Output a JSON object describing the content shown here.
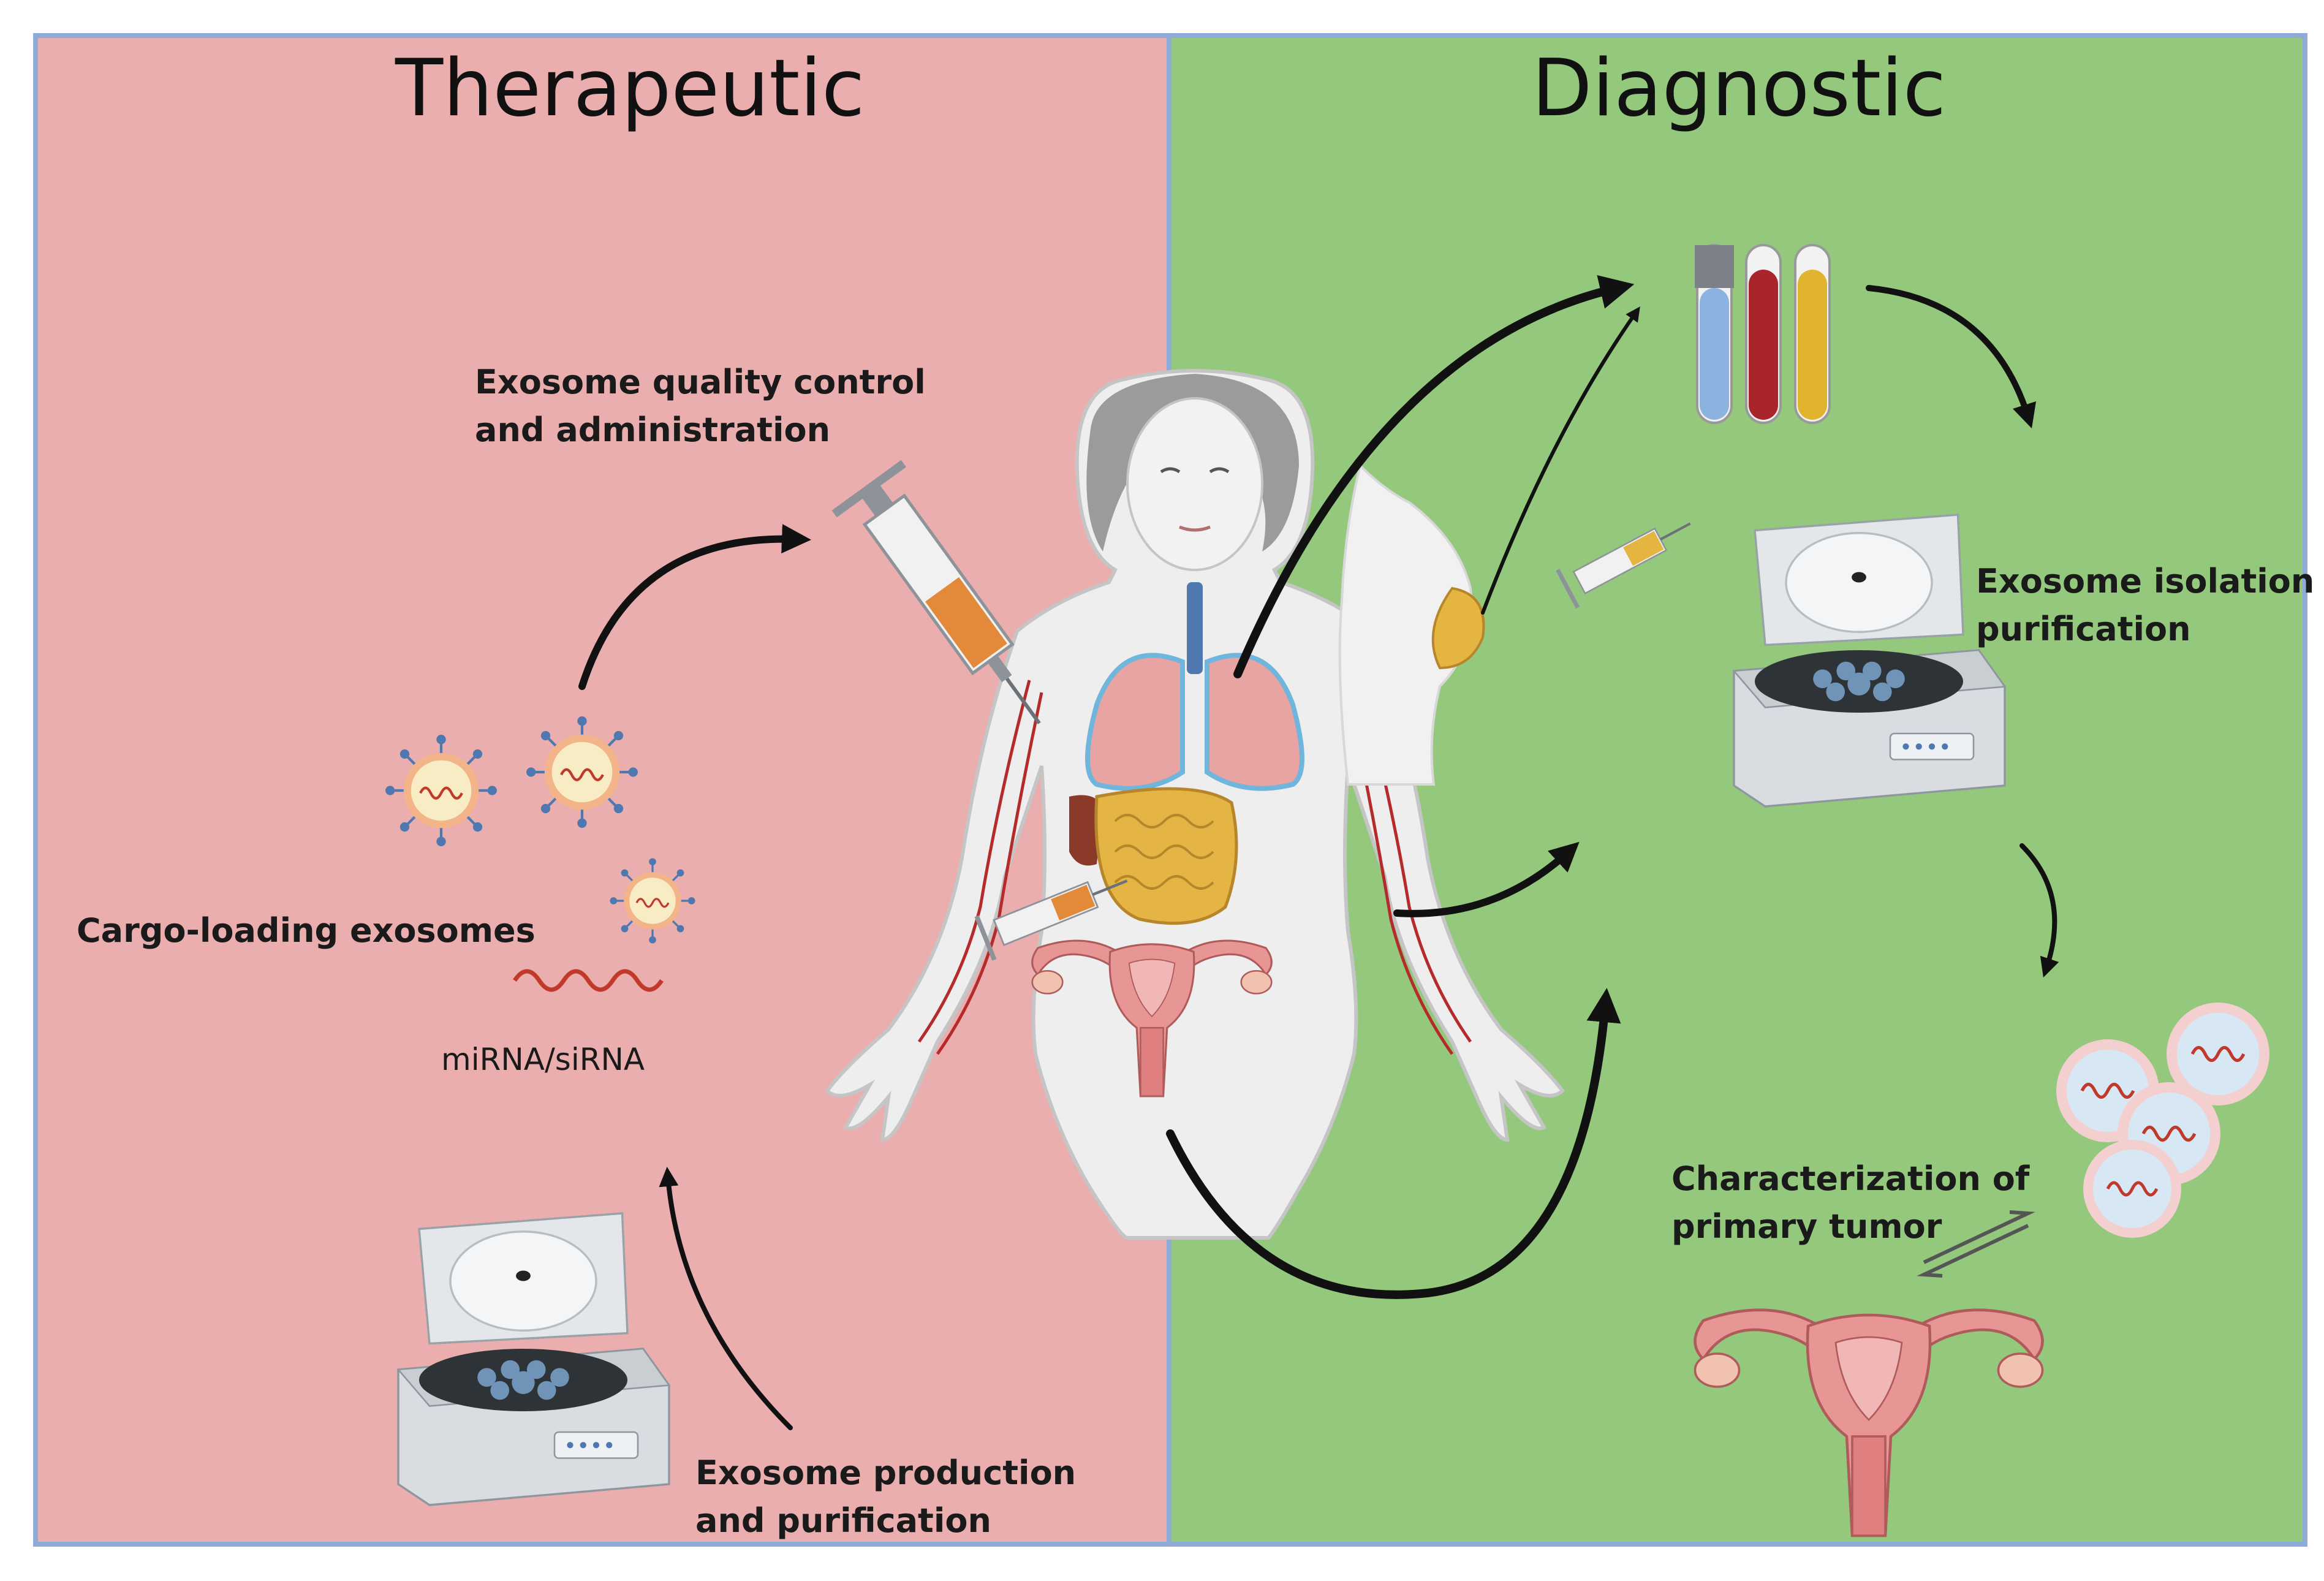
{
  "panels": {
    "left": {
      "title": "Therapeutic",
      "color": "#ebaeae"
    },
    "right": {
      "title": "Diagnostic",
      "color": "#94c87c"
    },
    "border_color": "#8eaad6"
  },
  "labels": {
    "quality_control": [
      "Exosome quality control",
      "and administration"
    ],
    "cargo_loading": "Cargo-loading exosomes",
    "rna": "miRNA/siRNA",
    "production": [
      "Exosome production",
      "and purification"
    ],
    "isolation": [
      "Exosome isolation",
      "purification"
    ],
    "characterization": [
      "Characterization of",
      "primary tumor"
    ]
  },
  "icons": [
    "syringe-icon",
    "exosome-icon",
    "rna-strand-icon",
    "centrifuge-icon",
    "blood-tube-icon",
    "uterus-icon",
    "human-body-icon",
    "lungs-icon",
    "trachea-icon",
    "intestine-icon",
    "liver-icon",
    "blood-vessel-icon",
    "tumor-exosome-icon",
    "curved-arrow-icon",
    "equilibrium-arrows-icon"
  ]
}
